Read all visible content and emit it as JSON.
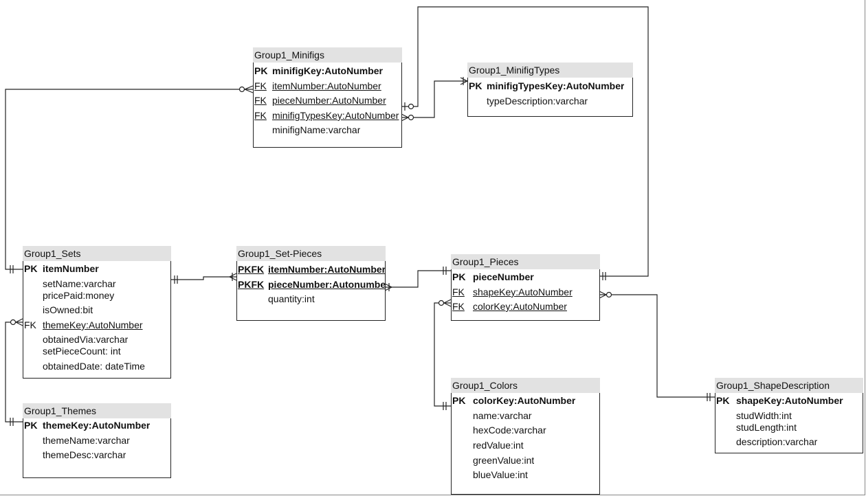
{
  "entities": {
    "minifigs": {
      "title": "Group1_Minifigs",
      "rows": [
        {
          "key": "PK",
          "field": "minifigKey:AutoNumber"
        },
        {
          "key": "FK",
          "field": "itemNumber:AutoNumber"
        },
        {
          "key": "FK",
          "field": "pieceNumber:AutoNumber"
        },
        {
          "key": "FK",
          "field": "minifigTypesKey:AutoNumber"
        },
        {
          "key": "",
          "field": "minifigName:varchar"
        }
      ]
    },
    "minifigtypes": {
      "title": "Group1_MinifigTypes",
      "rows": [
        {
          "key": "PK",
          "field": "minifigTypesKey:AutoNumber"
        },
        {
          "key": "",
          "field": "typeDescription:varchar"
        }
      ]
    },
    "sets": {
      "title": "Group1_Sets",
      "rows": [
        {
          "key": "PK",
          "field": "itemNumber"
        },
        {
          "key": "",
          "field": "setName:varchar"
        },
        {
          "key": "",
          "field": "pricePaid:money"
        },
        {
          "key": "",
          "field": "isOwned:bit"
        },
        {
          "key": "FK",
          "field": "themeKey:AutoNumber"
        },
        {
          "key": "",
          "field": "obtainedVia:varchar"
        },
        {
          "key": "",
          "field": "setPieceCount: int"
        },
        {
          "key": "",
          "field": "obtainedDate: dateTime"
        }
      ]
    },
    "setpieces": {
      "title": "Group1_Set-Pieces",
      "rows": [
        {
          "key": "PKFK",
          "field": "itemNumber:AutoNumber"
        },
        {
          "key": "PKFK",
          "field": "pieceNumber:Autonumber"
        },
        {
          "key": "",
          "field": "quantity:int"
        }
      ]
    },
    "pieces": {
      "title": "Group1_Pieces",
      "rows": [
        {
          "key": "PK",
          "field": "pieceNumber"
        },
        {
          "key": "FK",
          "field": "shapeKey:AutoNumber"
        },
        {
          "key": "FK",
          "field": "colorKey:AutoNumber"
        }
      ]
    },
    "themes": {
      "title": "Group1_Themes",
      "rows": [
        {
          "key": "PK",
          "field": "themeKey:AutoNumber"
        },
        {
          "key": "",
          "field": "themeName:varchar"
        },
        {
          "key": "",
          "field": "themeDesc:varchar"
        }
      ]
    },
    "colors": {
      "title": "Group1_Colors",
      "rows": [
        {
          "key": "PK",
          "field": "colorKey:AutoNumber"
        },
        {
          "key": "",
          "field": "name:varchar"
        },
        {
          "key": "",
          "field": "hexCode:varchar"
        },
        {
          "key": "",
          "field": "redValue:int"
        },
        {
          "key": "",
          "field": "greenValue:int"
        },
        {
          "key": "",
          "field": "blueValue:int"
        }
      ]
    },
    "shapedescription": {
      "title": "Group1_ShapeDescription",
      "rows": [
        {
          "key": "PK",
          "field": "shapeKey:AutoNumber"
        },
        {
          "key": "",
          "field": "studWidth:int"
        },
        {
          "key": "",
          "field": "studLength:int"
        },
        {
          "key": "",
          "field": "description:varchar"
        }
      ]
    }
  }
}
